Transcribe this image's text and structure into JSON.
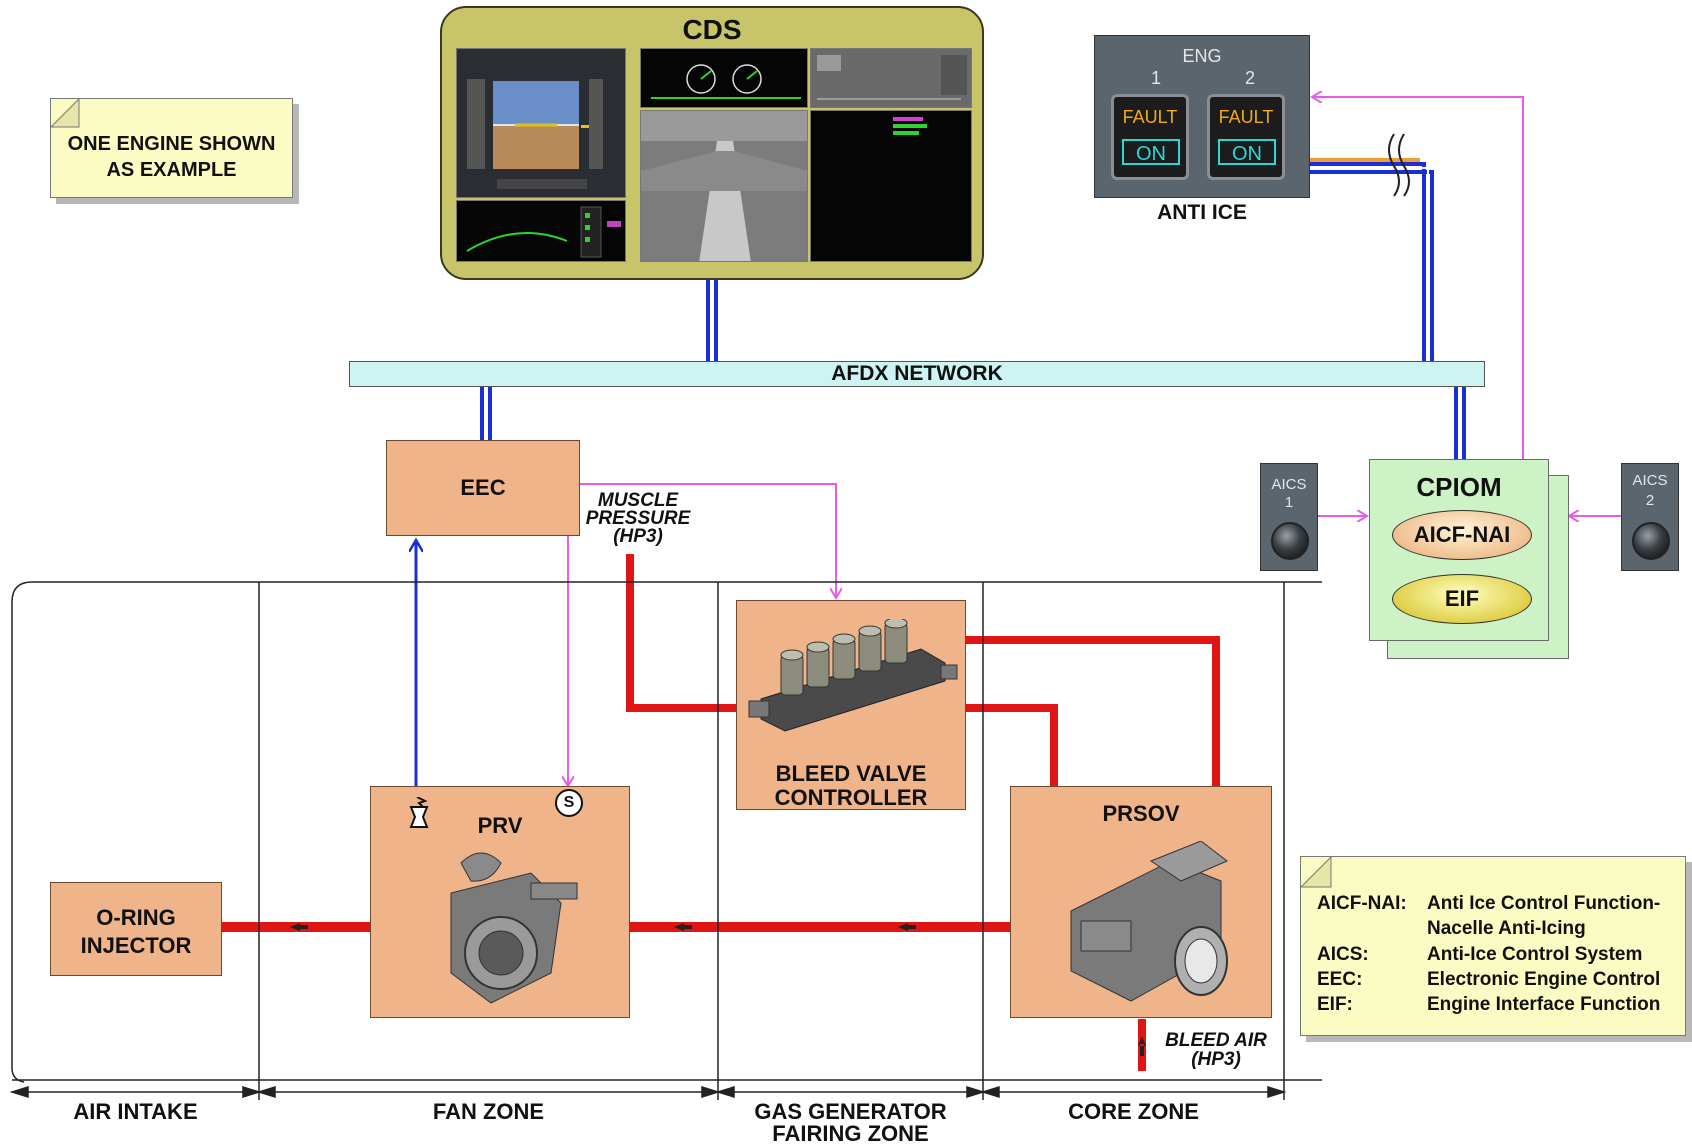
{
  "cds": {
    "title": "CDS"
  },
  "anti_ice": {
    "eng_label": "ENG",
    "eng1": "1",
    "eng2": "2",
    "fault": "FAULT",
    "on": "ON",
    "caption": "ANTI ICE",
    "fault_color": "#f2a91a",
    "on_color": "#2bd6d6"
  },
  "note_example": {
    "line1": "ONE ENGINE SHOWN",
    "line2": "AS EXAMPLE"
  },
  "afdx": {
    "label": "AFDX NETWORK"
  },
  "eec": {
    "label": "EEC"
  },
  "muscle": {
    "line1": "MUSCLE",
    "line2": "PRESSURE",
    "line3": "(HP3)"
  },
  "cpiom": {
    "title": "CPIOM",
    "aicf": "AICF-NAI",
    "eif": "EIF"
  },
  "aics1": {
    "line1": "AICS",
    "line2": "1"
  },
  "aics2": {
    "line1": "AICS",
    "line2": "2"
  },
  "bvc": {
    "line1": "BLEED VALVE",
    "line2": "CONTROLLER"
  },
  "prv": {
    "label": "PRV",
    "sensor": "S"
  },
  "prsov": {
    "label": "PRSOV"
  },
  "oring": {
    "line1": "O-RING",
    "line2": "INJECTOR"
  },
  "bleed_air": {
    "line1": "BLEED AIR",
    "line2": "(HP3)"
  },
  "zones": {
    "air_intake": "AIR INTAKE",
    "fan": "FAN ZONE",
    "gas_gen_1": "GAS GENERATOR",
    "gas_gen_2": "FAIRING ZONE",
    "core": "CORE ZONE"
  },
  "legend": [
    {
      "term": "AICF-NAI:",
      "def1": "Anti Ice Control Function-",
      "def2": "Nacelle Anti-Icing"
    },
    {
      "term": "AICS:",
      "def1": "Anti-Ice Control System",
      "def2": ""
    },
    {
      "term": "EEC:",
      "def1": "Electronic Engine Control",
      "def2": ""
    },
    {
      "term": "EIF:",
      "def1": "Engine Interface Function",
      "def2": ""
    }
  ],
  "colors": {
    "data_bus": "#1b2fd6",
    "signal": "#e85be8",
    "air_duct": "#e01515",
    "box_fill": "#f0b48a",
    "cds_bezel": "#c8c46a",
    "afdx_fill": "#cdf3f3",
    "cpiom_fill": "#cdf2c6",
    "note_fill": "#fbfbc4"
  }
}
